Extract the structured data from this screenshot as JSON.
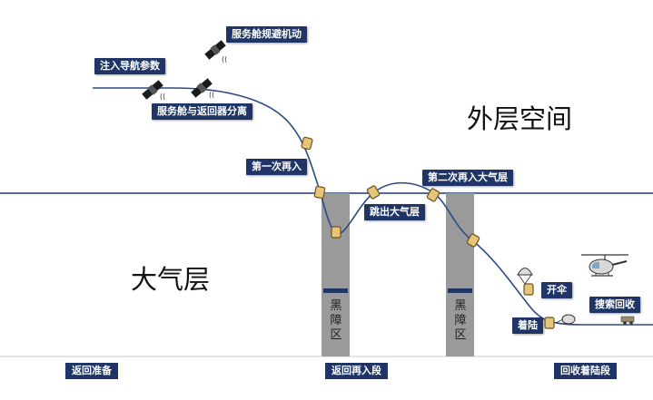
{
  "labels": {
    "inject_nav": "注入导航参数",
    "service_avoid": "服务舱规避机动",
    "separation": "服务舱与返回器分离",
    "first_reentry": "第一次再入",
    "skip_out": "跳出大气层",
    "second_reentry": "第二次再入大气层",
    "chute_open": "开伞",
    "landing": "着陆",
    "search_recover": "搜索回收"
  },
  "regions": {
    "outer_space": "外层空间",
    "atmosphere": "大气层"
  },
  "blackouts": [
    "黑障区",
    "黑障区"
  ],
  "phases": {
    "prep": "返回准备",
    "reentry": "返回再入段",
    "recovery": "回收着陆段"
  },
  "colors": {
    "trajectory": "#2a4a82",
    "label_bg": "#1f3566",
    "blackout_zone": "#9a9a9a",
    "blackout_marker": "#1f3566",
    "capsule": "#e6c47a",
    "capsule_outline": "#6b5320",
    "atmosphere_line": "#1e3a6e"
  },
  "icons": [
    "satellite-icon",
    "capsule-icon",
    "parachute-icon",
    "helicopter-icon"
  ]
}
